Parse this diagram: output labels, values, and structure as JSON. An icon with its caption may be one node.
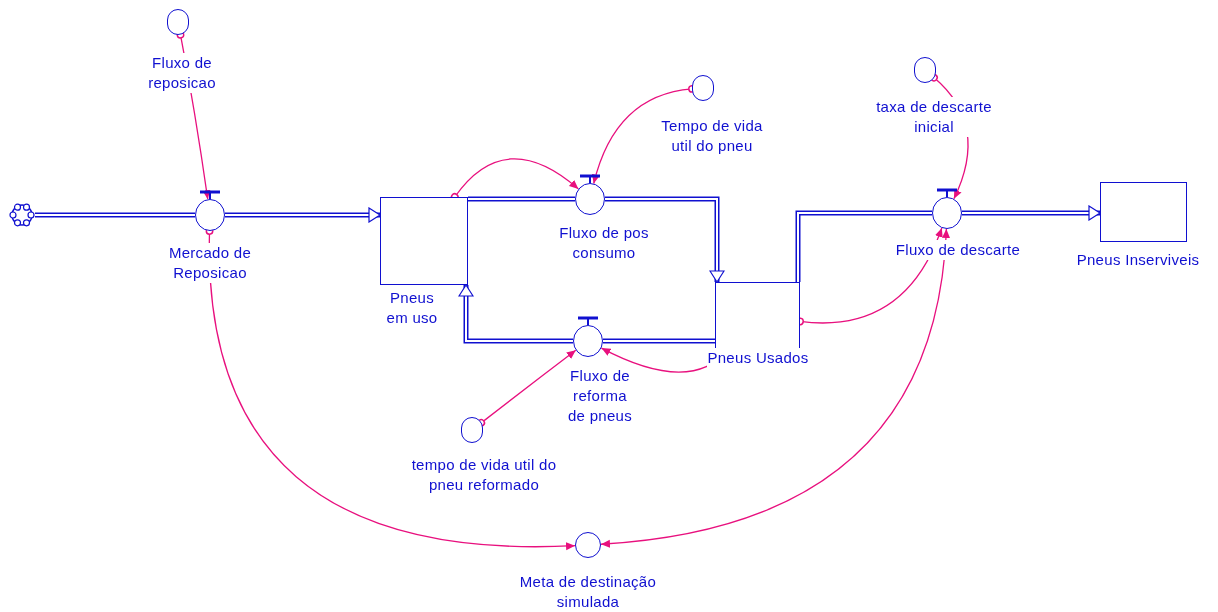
{
  "diagram": {
    "nodes": [
      {
        "text": [],
        "shape": "cloud"
      },
      {
        "text": [],
        "shape": "circle",
        "beside": [
          "Fluxo de reposicao"
        ]
      },
      {
        "text": [],
        "shape": "valve",
        "beside": [
          "Mercado de Reposicao"
        ]
      },
      {
        "text": [],
        "shape": "box",
        "beside": [
          "Pneus em uso"
        ]
      },
      {
        "text": [],
        "shape": "valve",
        "beside": [
          "Fluxo de pos consumo"
        ]
      },
      {
        "text": [],
        "shape": "circle",
        "beside": [
          "Tempo de vida util do pneu"
        ]
      },
      {
        "text": [],
        "shape": "box",
        "beside": [
          "Pneus Usados"
        ]
      },
      {
        "text": [],
        "shape": "valve",
        "beside": [
          "Fluxo de reforma de pneus"
        ]
      },
      {
        "text": [],
        "shape": "circle",
        "beside": [
          "tempo de vida util do pneu reformado"
        ]
      },
      {
        "text": [],
        "shape": "circle",
        "beside": [
          "taxa de descarte inicial"
        ]
      },
      {
        "text": [],
        "shape": "valve",
        "beside": [
          "Fluxo de descarte"
        ]
      },
      {
        "text": [],
        "shape": "box",
        "beside": [
          "Pneus Inserviveis"
        ]
      },
      {
        "text": [],
        "shape": "circle",
        "beside": [
          "Meta de destinação simulada"
        ]
      }
    ],
    "edges": [
      {
        "from": 0,
        "to": 2,
        "arrow": "none",
        "style": "thick",
        "color": "#1010d0"
      },
      {
        "from": 2,
        "to": 3,
        "arrow": "to",
        "style": "thick",
        "color": "#1010d0"
      },
      {
        "from": 3,
        "to": 4,
        "arrow": "none",
        "style": "thick",
        "color": "#1010d0"
      },
      {
        "from": 4,
        "to": 6,
        "arrow": "to",
        "style": "thick",
        "color": "#1010d0"
      },
      {
        "from": 6,
        "to": 7,
        "arrow": "none",
        "style": "thick",
        "color": "#1010d0"
      },
      {
        "from": 7,
        "to": 3,
        "arrow": "to",
        "style": "thick",
        "color": "#1010d0"
      },
      {
        "from": 6,
        "to": 10,
        "arrow": "none",
        "style": "thick",
        "color": "#1010d0"
      },
      {
        "from": 10,
        "to": 11,
        "arrow": "to",
        "style": "thick",
        "color": "#1010d0"
      },
      {
        "from": 1,
        "to": 2,
        "arrow": "to"
      },
      {
        "from": 3,
        "to": 4,
        "arrow": "to"
      },
      {
        "from": 5,
        "to": 4,
        "arrow": "to"
      },
      {
        "from": 6,
        "to": 7,
        "arrow": "to"
      },
      {
        "from": 8,
        "to": 7,
        "arrow": "to"
      },
      {
        "from": 9,
        "to": 10,
        "arrow": "to"
      },
      {
        "from": 6,
        "to": 10,
        "arrow": "to"
      },
      {
        "from": 2,
        "to": 12,
        "arrow": "to"
      },
      {
        "from": 10,
        "to": 12,
        "arrow": "both"
      }
    ]
  }
}
